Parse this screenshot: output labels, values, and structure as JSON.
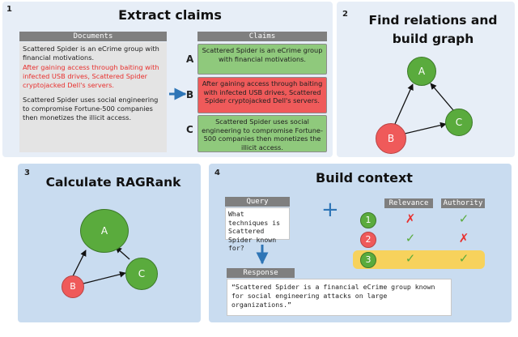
{
  "panel1": {
    "number": "1",
    "title": "Extract claims",
    "documents_header": "Documents",
    "claims_header": "Claims",
    "doc_para1": "Scattered Spider is an eCrime group with financial motivations.",
    "doc_para2": "After gaining access through baiting with infected USB drives, Scattered Spider cryptojacked Dell's servers.",
    "doc_para3": "Scattered Spider uses social engineering to compromise Fortune-500 companies then monetizes the illicit access.",
    "claims": [
      {
        "letter": "A",
        "text": "Scattered Spider is an eCrime group with financial motivations.",
        "color": "#8fc97c"
      },
      {
        "letter": "B",
        "text": "After gaining access through baiting with infected USB drives, Scattered Spider cryptojacked Dell's servers.",
        "color": "#ef5a5a"
      },
      {
        "letter": "C",
        "text": "Scattered Spider uses social engineering to compromise Fortune-500 companies then monetizes the illicit access.",
        "color": "#8fc97c"
      }
    ]
  },
  "panel2": {
    "number": "2",
    "title": "Find relations and build graph",
    "nodes": {
      "a": "A",
      "b": "B",
      "c": "C"
    }
  },
  "panel3": {
    "number": "3",
    "title": "Calculate RAGRank",
    "nodes": {
      "a": "A",
      "b": "B",
      "c": "C"
    }
  },
  "panel4": {
    "number": "4",
    "title": "Build context",
    "query_header": "Query",
    "query_text": "What techniques is Scattered Spider known for?",
    "plus": "+",
    "relevance_header": "Relevance",
    "authority_header": "Authority",
    "rows": [
      {
        "num": "1",
        "relevance": "✗",
        "authority": "✓"
      },
      {
        "num": "2",
        "relevance": "✓",
        "authority": "✗"
      },
      {
        "num": "3",
        "relevance": "✓",
        "authority": "✓"
      }
    ],
    "response_header": "Response",
    "response_text": "“Scattered Spider is a financial eCrime group known for social engineering attacks on large organizations.”"
  },
  "colors": {
    "green": "#5aab3d",
    "green_light": "#8fc97c",
    "red": "#ef5a5a",
    "red_text": "#e8302e",
    "blue_panel": "#c9dcf0",
    "blue_light": "#e7eef7",
    "highlight": "#f7d25c",
    "arrow_blue": "#2e75b6"
  }
}
